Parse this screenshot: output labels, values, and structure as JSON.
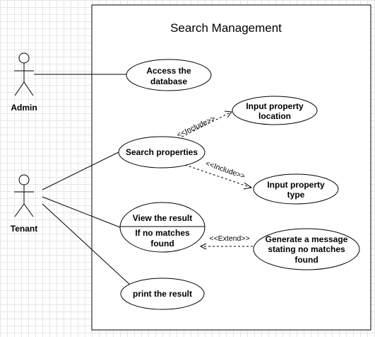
{
  "system": {
    "title": "Search Management"
  },
  "actors": {
    "admin": {
      "label": "Admin"
    },
    "tenant": {
      "label": "Tenant"
    }
  },
  "use_cases": {
    "access_database": {
      "lines": [
        "Access the",
        "database"
      ]
    },
    "input_location": {
      "lines": [
        "Input property",
        "location"
      ]
    },
    "search_properties": {
      "lines": [
        "Search properties"
      ]
    },
    "input_type": {
      "lines": [
        "Input property",
        "type"
      ]
    },
    "view_result": {
      "top": "View the result",
      "bottom_lines": [
        "If no matches",
        "found"
      ]
    },
    "generate_message": {
      "lines": [
        "Generate a message",
        "stating no matches",
        "found"
      ]
    },
    "print_result": {
      "lines": [
        "print the result"
      ]
    }
  },
  "relations": {
    "include_location": "<<Include>>",
    "include_type": "<<Include>>",
    "extend_no_match": "<<Extend>>"
  }
}
